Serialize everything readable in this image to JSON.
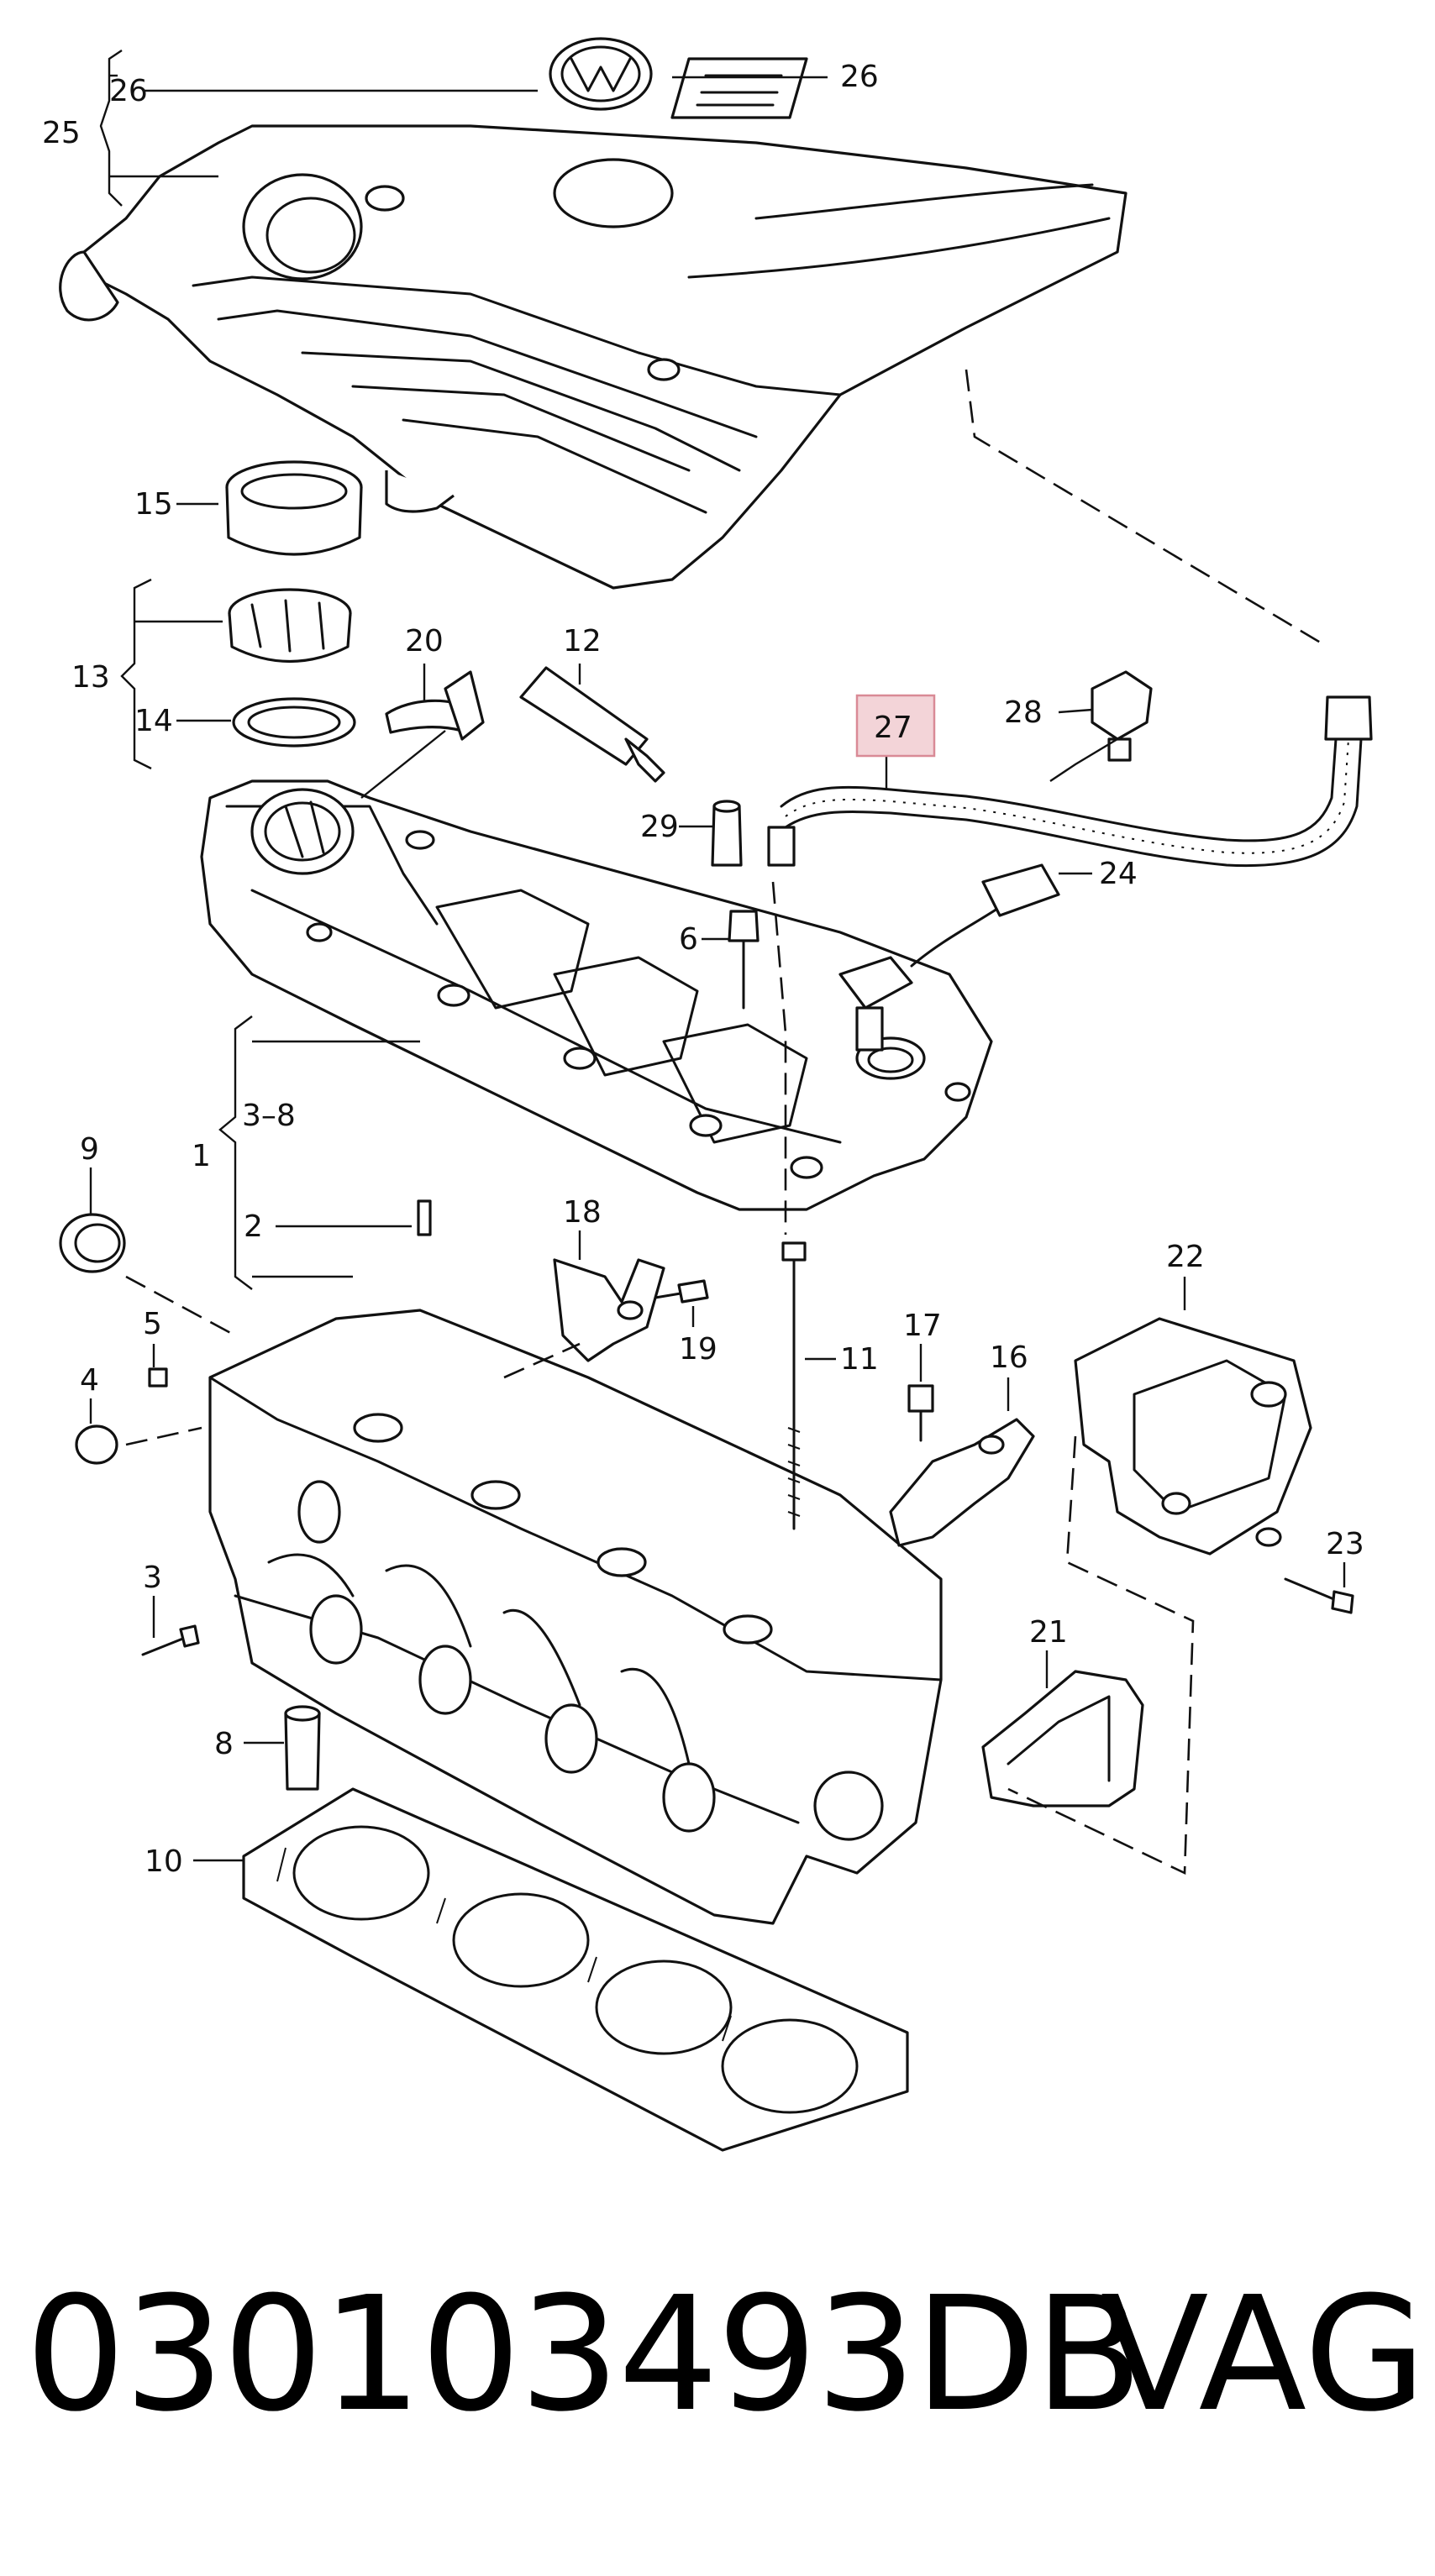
{
  "callouts": {
    "c1": "1",
    "c2": "2",
    "c3": "3",
    "c3_8": "3–8",
    "c4": "4",
    "c5": "5",
    "c6": "6",
    "c8": "8",
    "c9": "9",
    "c10": "10",
    "c11": "11",
    "c12": "12",
    "c13": "13",
    "c14": "14",
    "c15": "15",
    "c16": "16",
    "c17": "17",
    "c18": "18",
    "c19": "19",
    "c20": "20",
    "c21": "21",
    "c22": "22",
    "c23": "23",
    "c24": "24",
    "c25": "25",
    "c26a": "26",
    "c26b": "26",
    "c27": "27",
    "c28": "28",
    "c29": "29"
  },
  "highlight_color": "#f3d4d8",
  "caption": {
    "part_number": "030103493DB",
    "brand": "VAG"
  }
}
